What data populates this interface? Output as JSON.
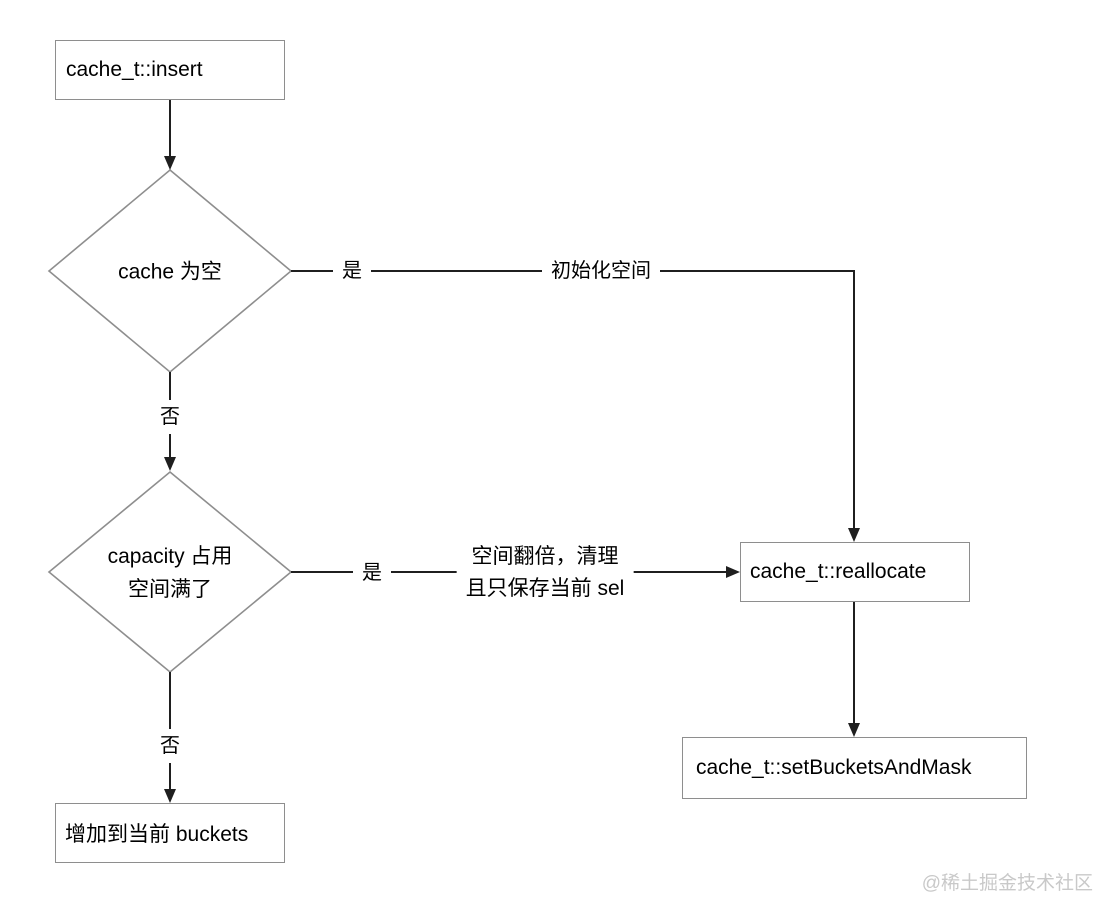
{
  "diagram": {
    "title_hint": "cache_t insert flowchart",
    "nodes": {
      "insert": {
        "label": "cache_t::insert"
      },
      "cache_empty": {
        "label": "cache 为空"
      },
      "capacity_full": {
        "line1": "capacity 占用",
        "line2": "空间满了"
      },
      "reallocate": {
        "label": "cache_t::reallocate"
      },
      "set_buckets_and_mask": {
        "label": "cache_t::setBucketsAndMask"
      },
      "add_to_buckets": {
        "label": "增加到当前 buckets"
      }
    },
    "edge_labels": {
      "yes1": "是",
      "init_space": "初始化空间",
      "no1": "否",
      "yes2": "是",
      "resize_line1": "空间翻倍，清理",
      "resize_line2": "且只保存当前 sel",
      "no2": "否"
    },
    "watermark": "@稀土掘金技术社区",
    "colors": {
      "background": "#ffffff",
      "node_border": "#8e8e8e",
      "line": "#1f1f1f",
      "text": "#000000",
      "watermark": "#c9c9c9"
    }
  }
}
